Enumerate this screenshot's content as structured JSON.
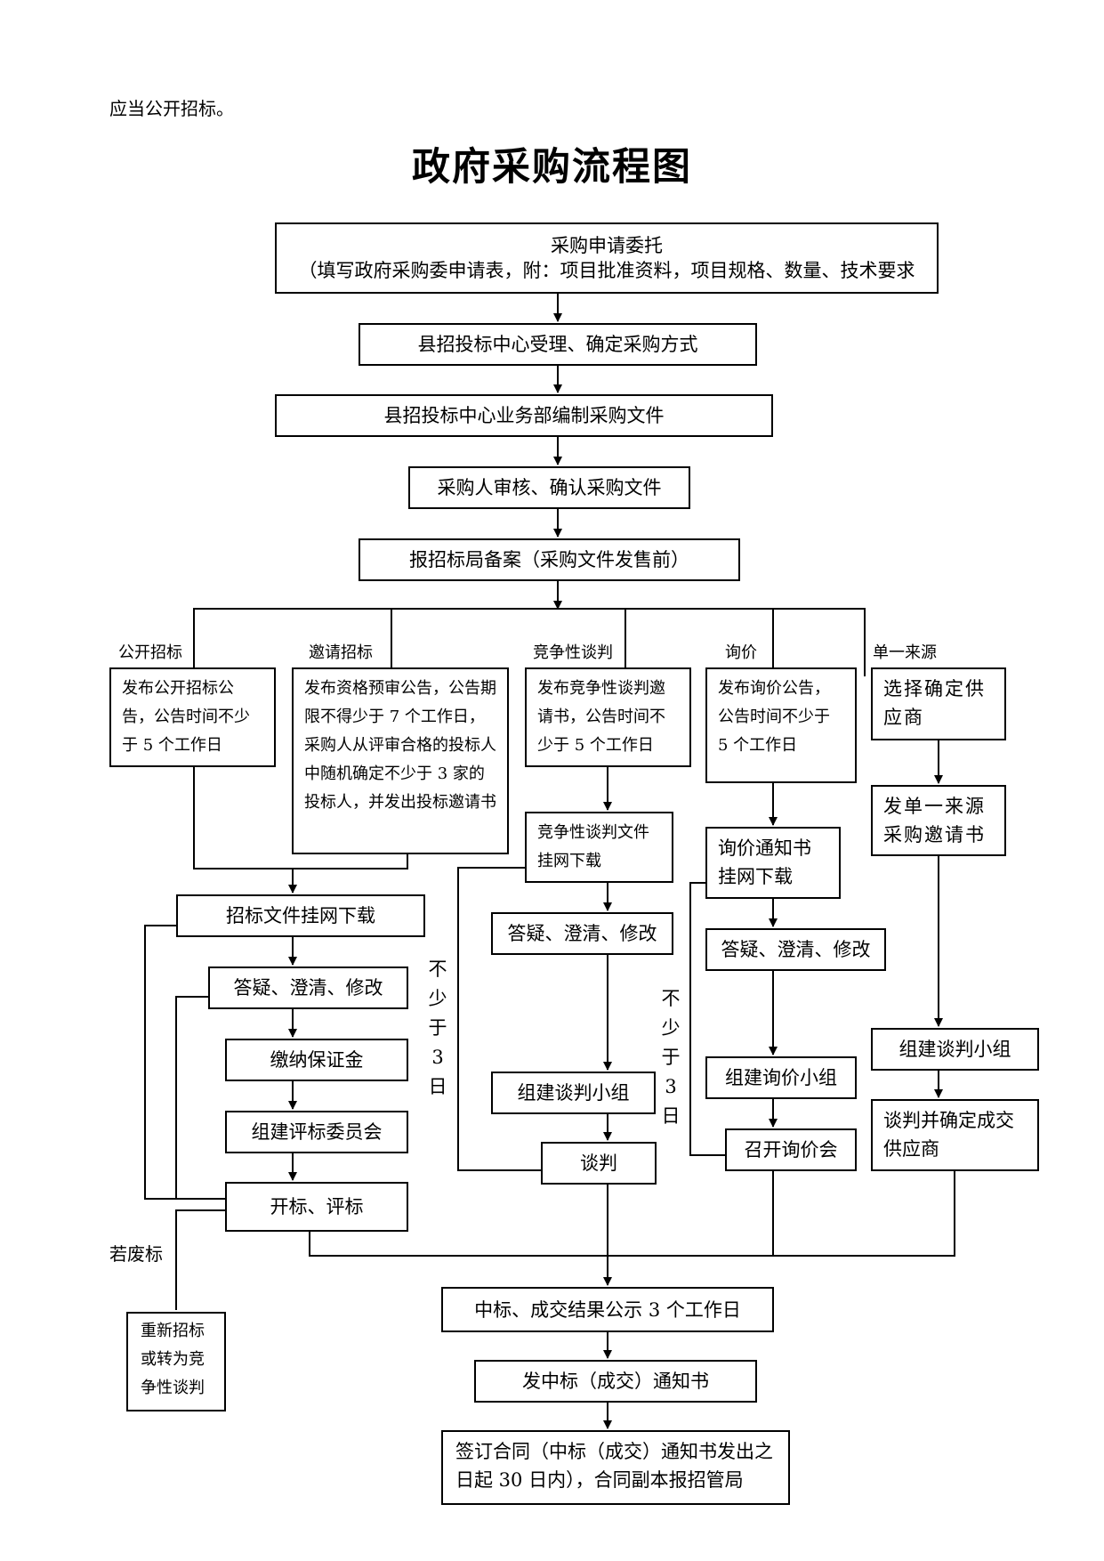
{
  "intro_text": "应当公开招标。",
  "title": "政府采购流程图",
  "main_flow": {
    "apply_title": "采购申请委托",
    "apply_detail": "（填写政府采购委申请表，附：项目批准资料，项目规格、数量、技术要求",
    "accept": "县招投标中心受理、确定采购方式",
    "compile": "县招投标中心业务部编制采购文件",
    "review": "采购人审核、确认采购文件",
    "record": "报招标局备案（采购文件发售前）"
  },
  "methods": {
    "open": "公开招标",
    "invite": "邀请招标",
    "negotiate": "竞争性谈判",
    "inquiry": "询价",
    "single": "单一来源"
  },
  "open_branch": {
    "notice": "发布公开招标公告，公告时间不少于 5 个工作日",
    "download": "招标文件挂网下载",
    "qa": "答疑、澄清、修改",
    "deposit": "缴纳保证金",
    "committee": "组建评标委员会",
    "evaluate": "开标、评标",
    "failed_label": "若废标",
    "retender": "重新招标或转为竞争性谈判"
  },
  "invite_branch": {
    "notice": "发布资格预审公告，公告期限不得少于 7 个工作日，采购人从评审合格的投标人中随机确定不少于 3 家的投标人，并发出投标邀请书"
  },
  "negotiate_branch": {
    "notice": "发布竞争性谈判邀请书，公告时间不少于 5 个工作日",
    "download": "竞争性谈判文件挂网下载",
    "qa": "答疑、澄清、修改",
    "group": "组建谈判小组",
    "negotiate": "谈判"
  },
  "inquiry_branch": {
    "notice": "发布询价公告，公告时间不少于 5 个工作日",
    "download": "询价通知书挂网下载",
    "qa": "答疑、澄清、修改",
    "group": "组建询价小组",
    "meeting": "召开询价会"
  },
  "single_branch": {
    "select": "选择确定供应商",
    "invite": "发单一来源采购邀请书",
    "group": "组建谈判小组",
    "confirm": "谈判并确定成交供应商"
  },
  "min_days_note": "不\n少\n于\n3\n日",
  "final_flow": {
    "publicity": "中标、成交结果公示 3 个工作日",
    "notice": "发中标（成交）通知书",
    "contract": "签订合同（中标（成交）通知书发出之日起 30 日内），合同副本报招管局"
  }
}
